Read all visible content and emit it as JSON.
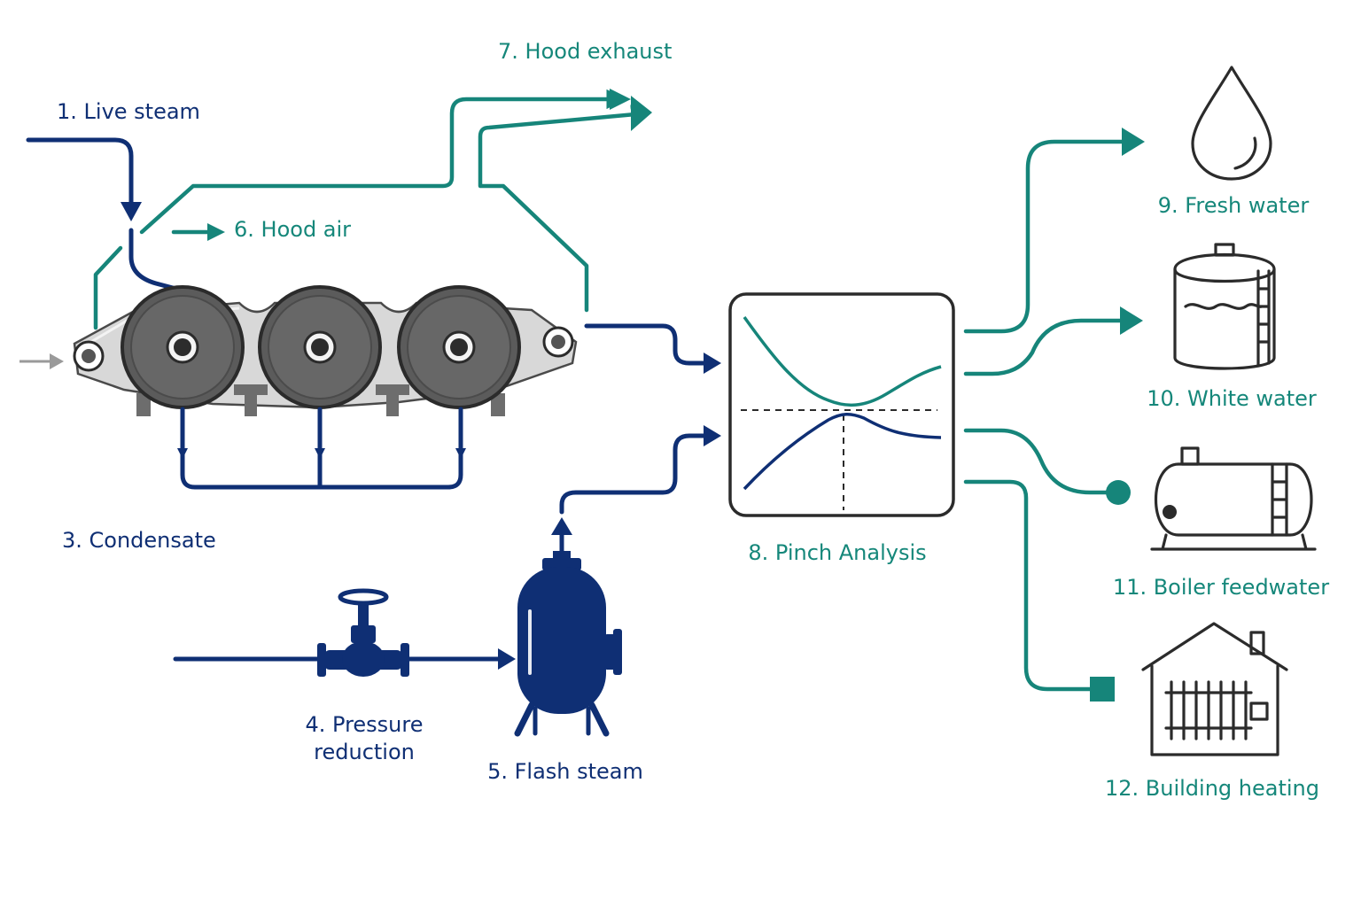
{
  "colors": {
    "navy": "#0f2f74",
    "teal": "#15877a",
    "outline": "#2b2b2b",
    "cylinder_fill": "#5a5a5a",
    "frame_fill": "#cfcfcf"
  },
  "labels": {
    "live_steam": "1. Live steam",
    "condensate": "3. Condensate",
    "pressure_reduction_line1": "4. Pressure",
    "pressure_reduction_line2": "reduction",
    "flash_steam": "5. Flash steam",
    "hood_air": "6. Hood air",
    "hood_exhaust": "7. Hood exhaust",
    "pinch_analysis": "8. Pinch Analysis",
    "fresh_water": "9. Fresh water",
    "white_water": "10. White water",
    "boiler_feedwater": "11. Boiler feedwater",
    "building_heating": "12. Building heating"
  },
  "icons": {
    "drying_cylinders": "dryer-cylinder-icon",
    "valve": "gate-valve-icon",
    "flash_tank": "flash-tank-icon",
    "pinch_chart": "pinch-curve-icon",
    "fresh_water": "water-drop-icon",
    "white_water": "storage-tank-icon",
    "boiler": "boiler-icon",
    "building_heating": "house-radiator-icon"
  }
}
